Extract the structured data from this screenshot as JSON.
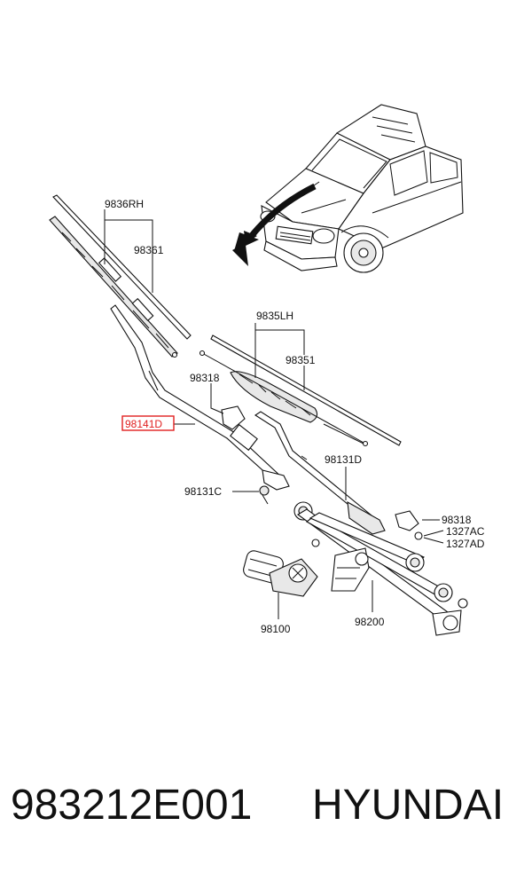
{
  "diagram": {
    "labels": {
      "l9836rh": "9836RH",
      "l98361": "98361",
      "l9835lh": "9835LH",
      "l98351": "98351",
      "l98318a": "98318",
      "l98141d": "98141D",
      "l98131d": "98131D",
      "l98131c": "98131C",
      "l98318b": "98318",
      "l1327ac": "1327AC",
      "l1327ad": "1327AD",
      "l98100": "98100",
      "l98200": "98200"
    },
    "highlight_color": "#e02020"
  },
  "caption": {
    "part_number": "983212E001",
    "brand": "HYUNDAI"
  }
}
